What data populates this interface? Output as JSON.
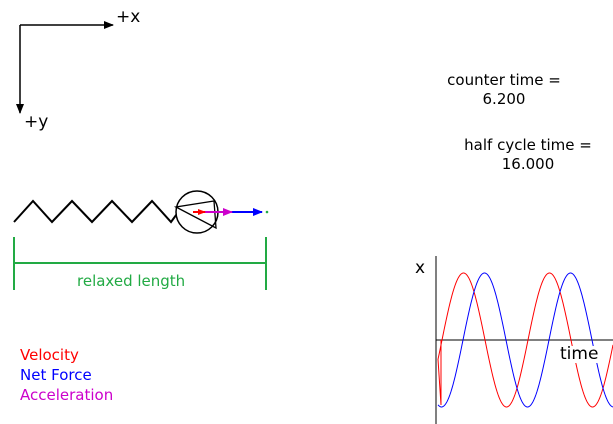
{
  "axes_indicator": {
    "x_label": "+x",
    "y_label": "+y"
  },
  "readouts": {
    "counter_time_label": "counter time =",
    "counter_time_value": "6.200",
    "half_cycle_label": "half cycle time =",
    "half_cycle_value": "16.000"
  },
  "spring": {
    "relaxed_length_label": "relaxed length"
  },
  "legend": {
    "velocity": "Velocity",
    "net_force": "Net Force",
    "acceleration": "Acceleration"
  },
  "graph": {
    "y_label": "x",
    "x_label": "time"
  },
  "colors": {
    "velocity": "#ff0000",
    "net_force": "#0000ff",
    "acceleration": "#cc00cc",
    "relaxed_length": "#22aa44",
    "axes": "#000000"
  },
  "icons": {
    "mass": "circle",
    "arrow": "arrowhead"
  }
}
